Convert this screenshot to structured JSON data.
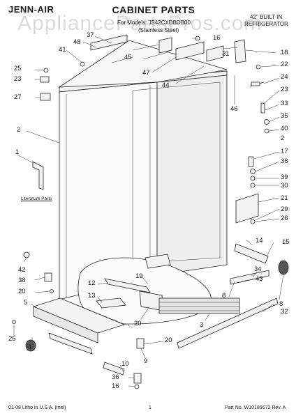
{
  "header": {
    "brand": "JENN-AIR",
    "title": "CABINET PARTS",
    "model_line": "For Models: JS42CXDBDB00",
    "finish_line": "(Stainless Steel)",
    "product_line1": "42\" BUILT IN",
    "product_line2": "REFRIGERATOR"
  },
  "watermark": "AppliancePartsPros.com",
  "footer": {
    "litho": "01-08 Litho in U.S.A. (mel)",
    "page": "1",
    "part_no": "Part No. W10185672 Rev. A"
  },
  "literature_label": "Literature Parts",
  "callouts": [
    "37",
    "48",
    "45",
    "16",
    "31",
    "18",
    "41",
    "2",
    "47",
    "44",
    "22",
    "25",
    "23",
    "24",
    "27",
    "23",
    "46",
    "33",
    "35",
    "40",
    "2",
    "1",
    "17",
    "38",
    "39",
    "30",
    "21",
    "29",
    "26",
    "8",
    "14",
    "15",
    "42",
    "34",
    "43",
    "38",
    "12",
    "19",
    "20",
    "13",
    "8",
    "5",
    "20",
    "3",
    "32",
    "25",
    "20",
    "4",
    "9",
    "10",
    "36",
    "16"
  ]
}
